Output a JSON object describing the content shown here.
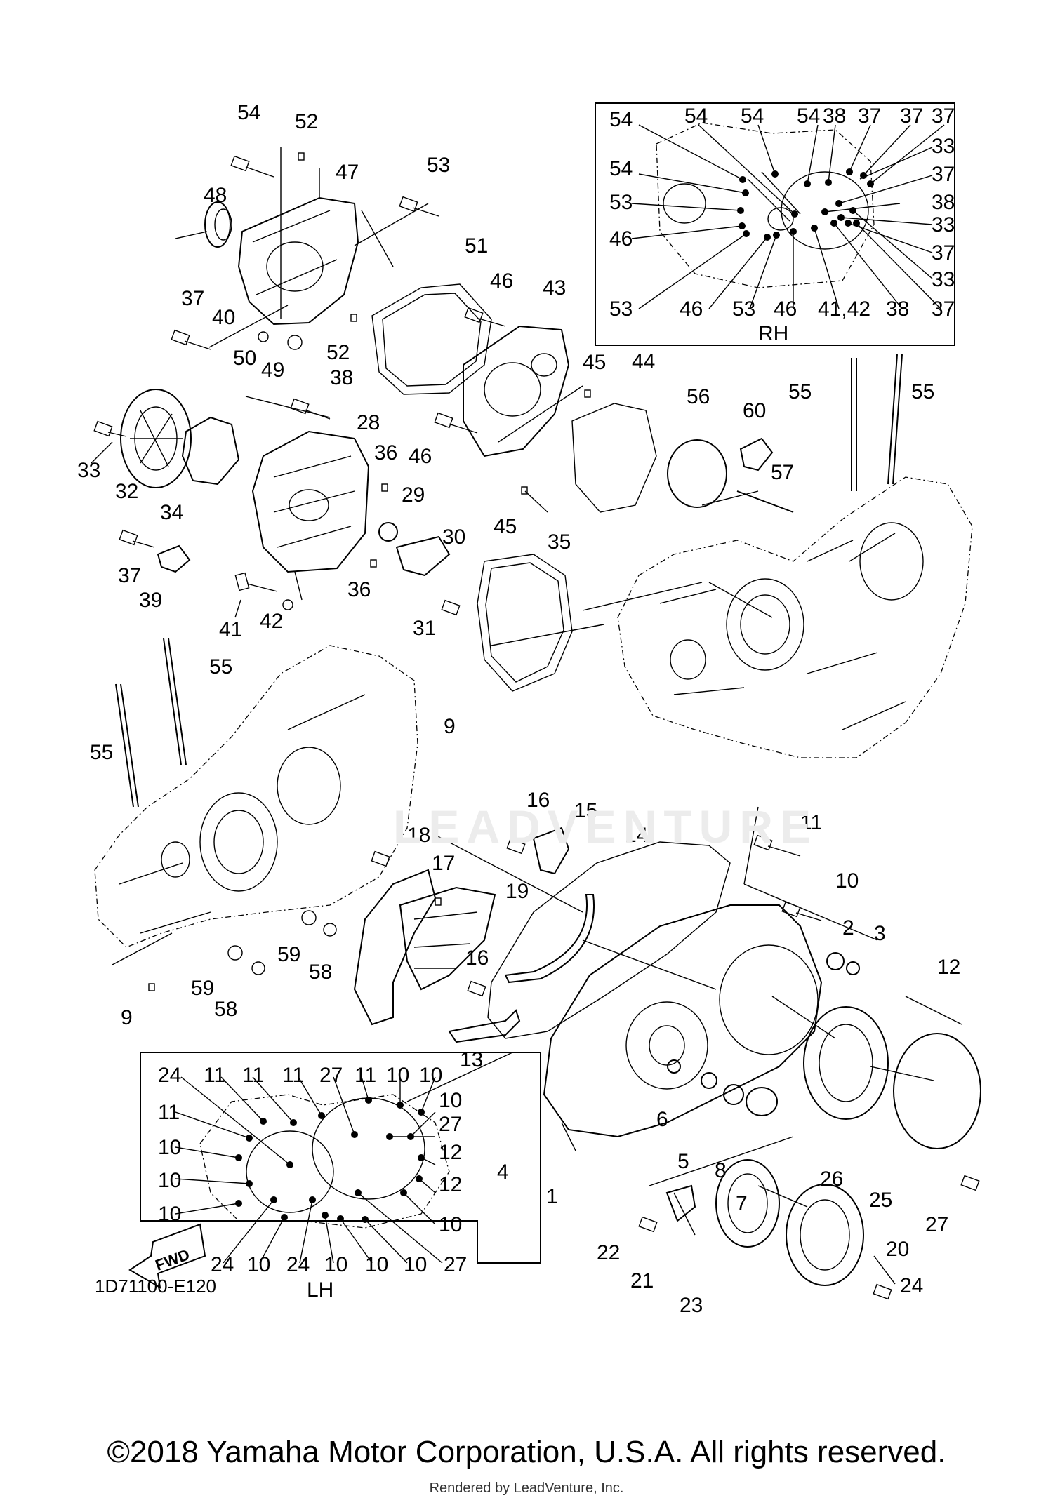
{
  "diagram": {
    "code": "1D71100-E120",
    "copyright": "©2018 Yamaha Motor Corporation, U.S.A. All rights reserved.",
    "rendered_by": "Rendered by LeadVenture, Inc.",
    "watermark": "LEADVENTURE",
    "fwd_label": "FWD",
    "inset_rh": {
      "label": "RH",
      "callouts": [
        "54",
        "54",
        "54",
        "54",
        "38",
        "37",
        "37",
        "37",
        "33",
        "54",
        "37",
        "53",
        "38",
        "33",
        "46",
        "37",
        "53",
        "46",
        "53",
        "46",
        "41,42",
        "38",
        "37",
        "33"
      ]
    },
    "inset_lh": {
      "label": "LH",
      "callouts": [
        "24",
        "11",
        "11",
        "11",
        "27",
        "11",
        "10",
        "10",
        "11",
        "10",
        "27",
        "10",
        "12",
        "10",
        "12",
        "10",
        "10",
        "24",
        "10",
        "24",
        "10",
        "10",
        "10",
        "27"
      ]
    },
    "callouts": [
      "54",
      "52",
      "53",
      "47",
      "48",
      "51",
      "46",
      "43",
      "37",
      "40",
      "50",
      "49",
      "52",
      "45",
      "44",
      "38",
      "28",
      "36",
      "33",
      "32",
      "34",
      "29",
      "46",
      "56",
      "60",
      "55",
      "55",
      "57",
      "45",
      "35",
      "30",
      "37",
      "39",
      "41",
      "42",
      "36",
      "31",
      "55",
      "55",
      "9",
      "18",
      "17",
      "16",
      "15",
      "14",
      "11",
      "10",
      "19",
      "2",
      "3",
      "12",
      "59",
      "58",
      "59",
      "58",
      "16",
      "13",
      "9",
      "4",
      "1",
      "6",
      "5",
      "8",
      "7",
      "26",
      "25",
      "27",
      "22",
      "21",
      "23",
      "20",
      "24"
    ]
  }
}
